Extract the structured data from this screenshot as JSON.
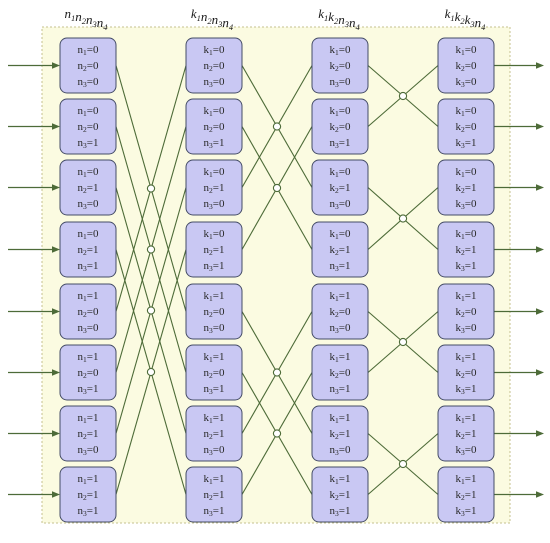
{
  "stages": [
    {
      "title": {
        "base": [
          "n",
          "n",
          "n",
          "n"
        ],
        "subs": [
          "1",
          "2",
          "3",
          "4"
        ]
      },
      "rows": [
        [
          "n",
          "1",
          "0",
          "n",
          "2",
          "0",
          "n",
          "3",
          "0"
        ],
        [
          "n",
          "1",
          "0",
          "n",
          "2",
          "0",
          "n",
          "3",
          "1"
        ],
        [
          "n",
          "1",
          "0",
          "n",
          "2",
          "1",
          "n",
          "3",
          "0"
        ],
        [
          "n",
          "1",
          "0",
          "n",
          "2",
          "1",
          "n",
          "3",
          "1"
        ],
        [
          "n",
          "1",
          "1",
          "n",
          "2",
          "0",
          "n",
          "3",
          "0"
        ],
        [
          "n",
          "1",
          "1",
          "n",
          "2",
          "0",
          "n",
          "3",
          "1"
        ],
        [
          "n",
          "1",
          "1",
          "n",
          "2",
          "1",
          "n",
          "3",
          "0"
        ],
        [
          "n",
          "1",
          "1",
          "n",
          "2",
          "1",
          "n",
          "3",
          "1"
        ]
      ]
    },
    {
      "title": {
        "base": [
          "k",
          "n",
          "n",
          "n"
        ],
        "subs": [
          "1",
          "2",
          "3",
          "4"
        ]
      },
      "rows": [
        [
          "k",
          "1",
          "0",
          "n",
          "2",
          "0",
          "n",
          "3",
          "0"
        ],
        [
          "k",
          "1",
          "0",
          "n",
          "2",
          "0",
          "n",
          "3",
          "1"
        ],
        [
          "k",
          "1",
          "0",
          "n",
          "2",
          "1",
          "n",
          "3",
          "0"
        ],
        [
          "k",
          "1",
          "0",
          "n",
          "2",
          "1",
          "n",
          "3",
          "1"
        ],
        [
          "k",
          "1",
          "1",
          "n",
          "2",
          "0",
          "n",
          "3",
          "0"
        ],
        [
          "k",
          "1",
          "1",
          "n",
          "2",
          "0",
          "n",
          "3",
          "1"
        ],
        [
          "k",
          "1",
          "1",
          "n",
          "2",
          "1",
          "n",
          "3",
          "0"
        ],
        [
          "k",
          "1",
          "1",
          "n",
          "2",
          "1",
          "n",
          "3",
          "1"
        ]
      ]
    },
    {
      "title": {
        "base": [
          "k",
          "k",
          "n",
          "n"
        ],
        "subs": [
          "1",
          "2",
          "3",
          "4"
        ]
      },
      "rows": [
        [
          "k",
          "1",
          "0",
          "k",
          "2",
          "0",
          "n",
          "3",
          "0"
        ],
        [
          "k",
          "1",
          "0",
          "k",
          "2",
          "0",
          "n",
          "3",
          "1"
        ],
        [
          "k",
          "1",
          "0",
          "k",
          "2",
          "1",
          "n",
          "3",
          "0"
        ],
        [
          "k",
          "1",
          "0",
          "k",
          "2",
          "1",
          "n",
          "3",
          "1"
        ],
        [
          "k",
          "1",
          "1",
          "k",
          "2",
          "0",
          "n",
          "3",
          "0"
        ],
        [
          "k",
          "1",
          "1",
          "k",
          "2",
          "0",
          "n",
          "3",
          "1"
        ],
        [
          "k",
          "1",
          "1",
          "k",
          "2",
          "1",
          "n",
          "3",
          "0"
        ],
        [
          "k",
          "1",
          "1",
          "k",
          "2",
          "1",
          "n",
          "3",
          "1"
        ]
      ]
    },
    {
      "title": {
        "base": [
          "k",
          "k",
          "k",
          "n"
        ],
        "subs": [
          "1",
          "2",
          "3",
          "4"
        ]
      },
      "rows": [
        [
          "k",
          "1",
          "0",
          "k",
          "2",
          "0",
          "k",
          "3",
          "0"
        ],
        [
          "k",
          "1",
          "0",
          "k",
          "2",
          "0",
          "k",
          "3",
          "1"
        ],
        [
          "k",
          "1",
          "0",
          "k",
          "2",
          "1",
          "k",
          "3",
          "0"
        ],
        [
          "k",
          "1",
          "0",
          "k",
          "2",
          "1",
          "k",
          "3",
          "1"
        ],
        [
          "k",
          "1",
          "1",
          "k",
          "2",
          "0",
          "k",
          "3",
          "0"
        ],
        [
          "k",
          "1",
          "1",
          "k",
          "2",
          "0",
          "k",
          "3",
          "1"
        ],
        [
          "k",
          "1",
          "1",
          "k",
          "2",
          "1",
          "k",
          "3",
          "0"
        ],
        [
          "k",
          "1",
          "1",
          "k",
          "2",
          "1",
          "k",
          "3",
          "1"
        ]
      ]
    }
  ],
  "colors": {
    "panel_fill": "#fbfbe1",
    "panel_border": "#c5c28f",
    "node_fill": "#c9c8f3",
    "node_stroke": "#444c66",
    "wire": "#4d6b38"
  }
}
